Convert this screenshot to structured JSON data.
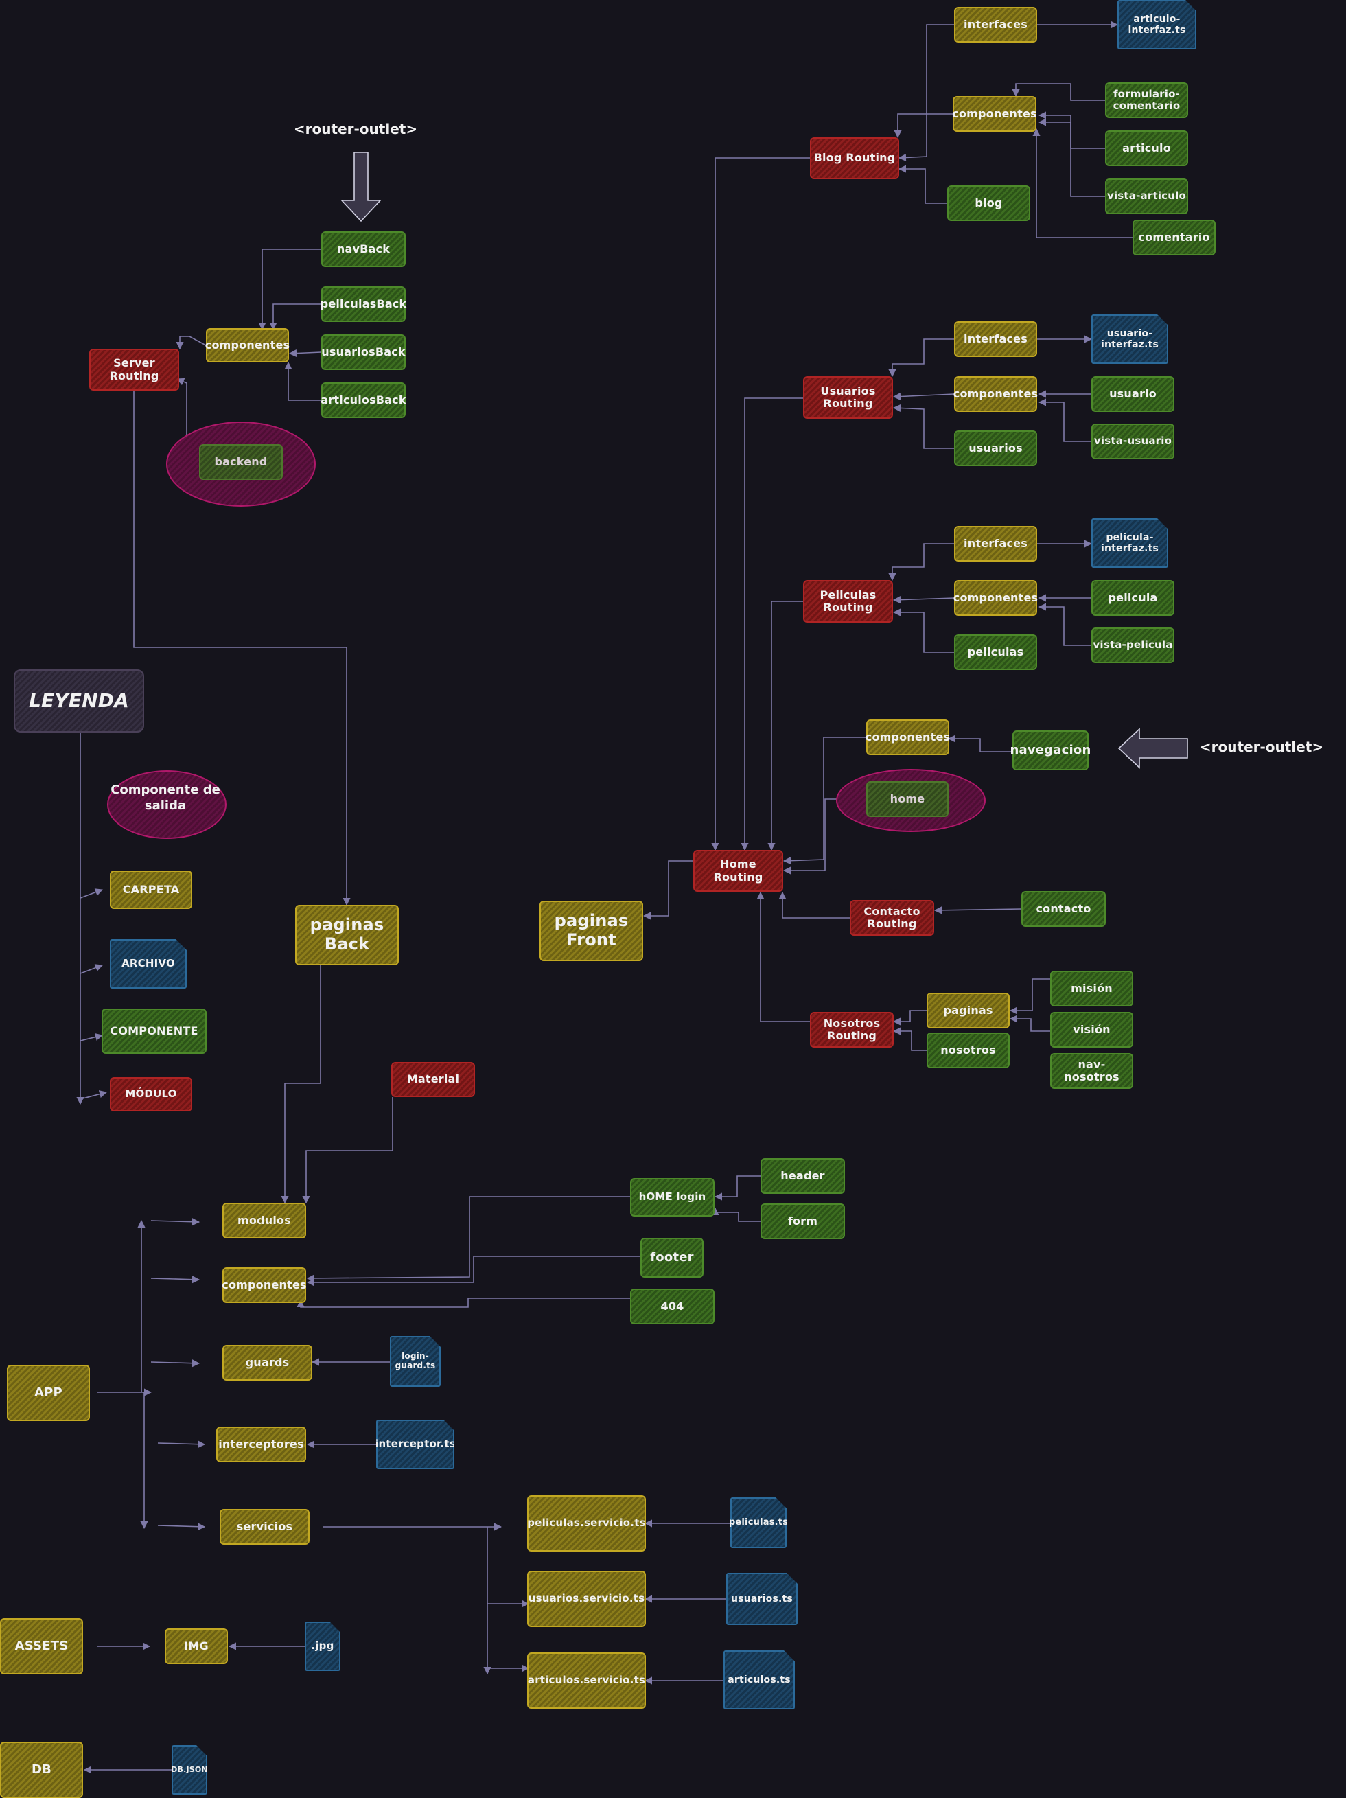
{
  "legend": {
    "title": "LEYENDA",
    "outlet": "Componente de salida",
    "folder": "CARPETA",
    "file": "ARCHIVO",
    "component": "COMPONENTE",
    "module": "MÓDULO"
  },
  "outlets": {
    "back": "<router-outlet>",
    "front": "<router-outlet>"
  },
  "back": {
    "nav": "navBack",
    "peliculas": "peliculasBack",
    "usuarios": "usuariosBack",
    "articulos": "articulosBack",
    "componentes": "componentes",
    "server_routing": "Server Routing",
    "backend": "backend",
    "paginas_back": "paginas Back",
    "material": "Material"
  },
  "blog": {
    "interfaces": "interfaces",
    "interfaz_file": "articulo-interfaz.ts",
    "componentes": "componentes",
    "formulario": "formulario-comentario",
    "articulo": "articulo",
    "vista": "vista-articulo",
    "comentario": "comentario",
    "routing": "Blog Routing",
    "blog": "blog"
  },
  "usuarios": {
    "interfaces": "interfaces",
    "interfaz_file": "usuario-interfaz.ts",
    "componentes": "componentes",
    "usuario": "usuario",
    "vista": "vista-usuario",
    "routing": "Usuarios Routing",
    "usuarios": "usuarios"
  },
  "peliculas": {
    "interfaces": "interfaces",
    "interfaz_file": "pelicula-interfaz.ts",
    "componentes": "componentes",
    "pelicula": "pelicula",
    "vista": "vista-pelicula",
    "routing": "Peliculas Routing",
    "peliculas": "peliculas"
  },
  "front": {
    "componentes": "componentes",
    "navegacion": "navegacion",
    "home": "home",
    "home_routing": "Home Routing",
    "paginas_front": "paginas Front",
    "contacto_routing": "Contacto Routing",
    "contacto": "contacto",
    "nosotros_routing": "Nosotros Routing",
    "paginas": "paginas",
    "nosotros": "nosotros",
    "mision": "misión",
    "vision": "visión",
    "nav_nosotros": "nav-nosotros"
  },
  "app": {
    "app": "APP",
    "modulos": "modulos",
    "componentes": "componentes",
    "guards": "guards",
    "login_guard": "login-guard.ts",
    "interceptores": "interceptores",
    "interceptor_file": "interceptor.ts",
    "servicios": "servicios",
    "home_login": "hOME login",
    "header": "header",
    "form": "form",
    "footer": "footer",
    "e404": "404",
    "peliculas_service": "peliculas.servicio.ts",
    "peliculas_file": "peliculas.ts",
    "usuarios_service": "usuarios.servicio.ts",
    "usuarios_file": "usuarios.ts",
    "articulos_service": "articulos.servicio.ts",
    "articulos_file": "articulos.ts"
  },
  "assets": {
    "assets": "ASSETS",
    "img": "IMG",
    "jpg": ".jpg"
  },
  "db": {
    "db": "DB",
    "json": "DB.JSON"
  },
  "colors": {
    "folder": "#8c7d1a",
    "component": "#3d6e20",
    "module": "#8f1e1e",
    "file": "#1d4566",
    "outlet": "#601242",
    "edge": "#7f7aa8",
    "background": "#15141c"
  }
}
